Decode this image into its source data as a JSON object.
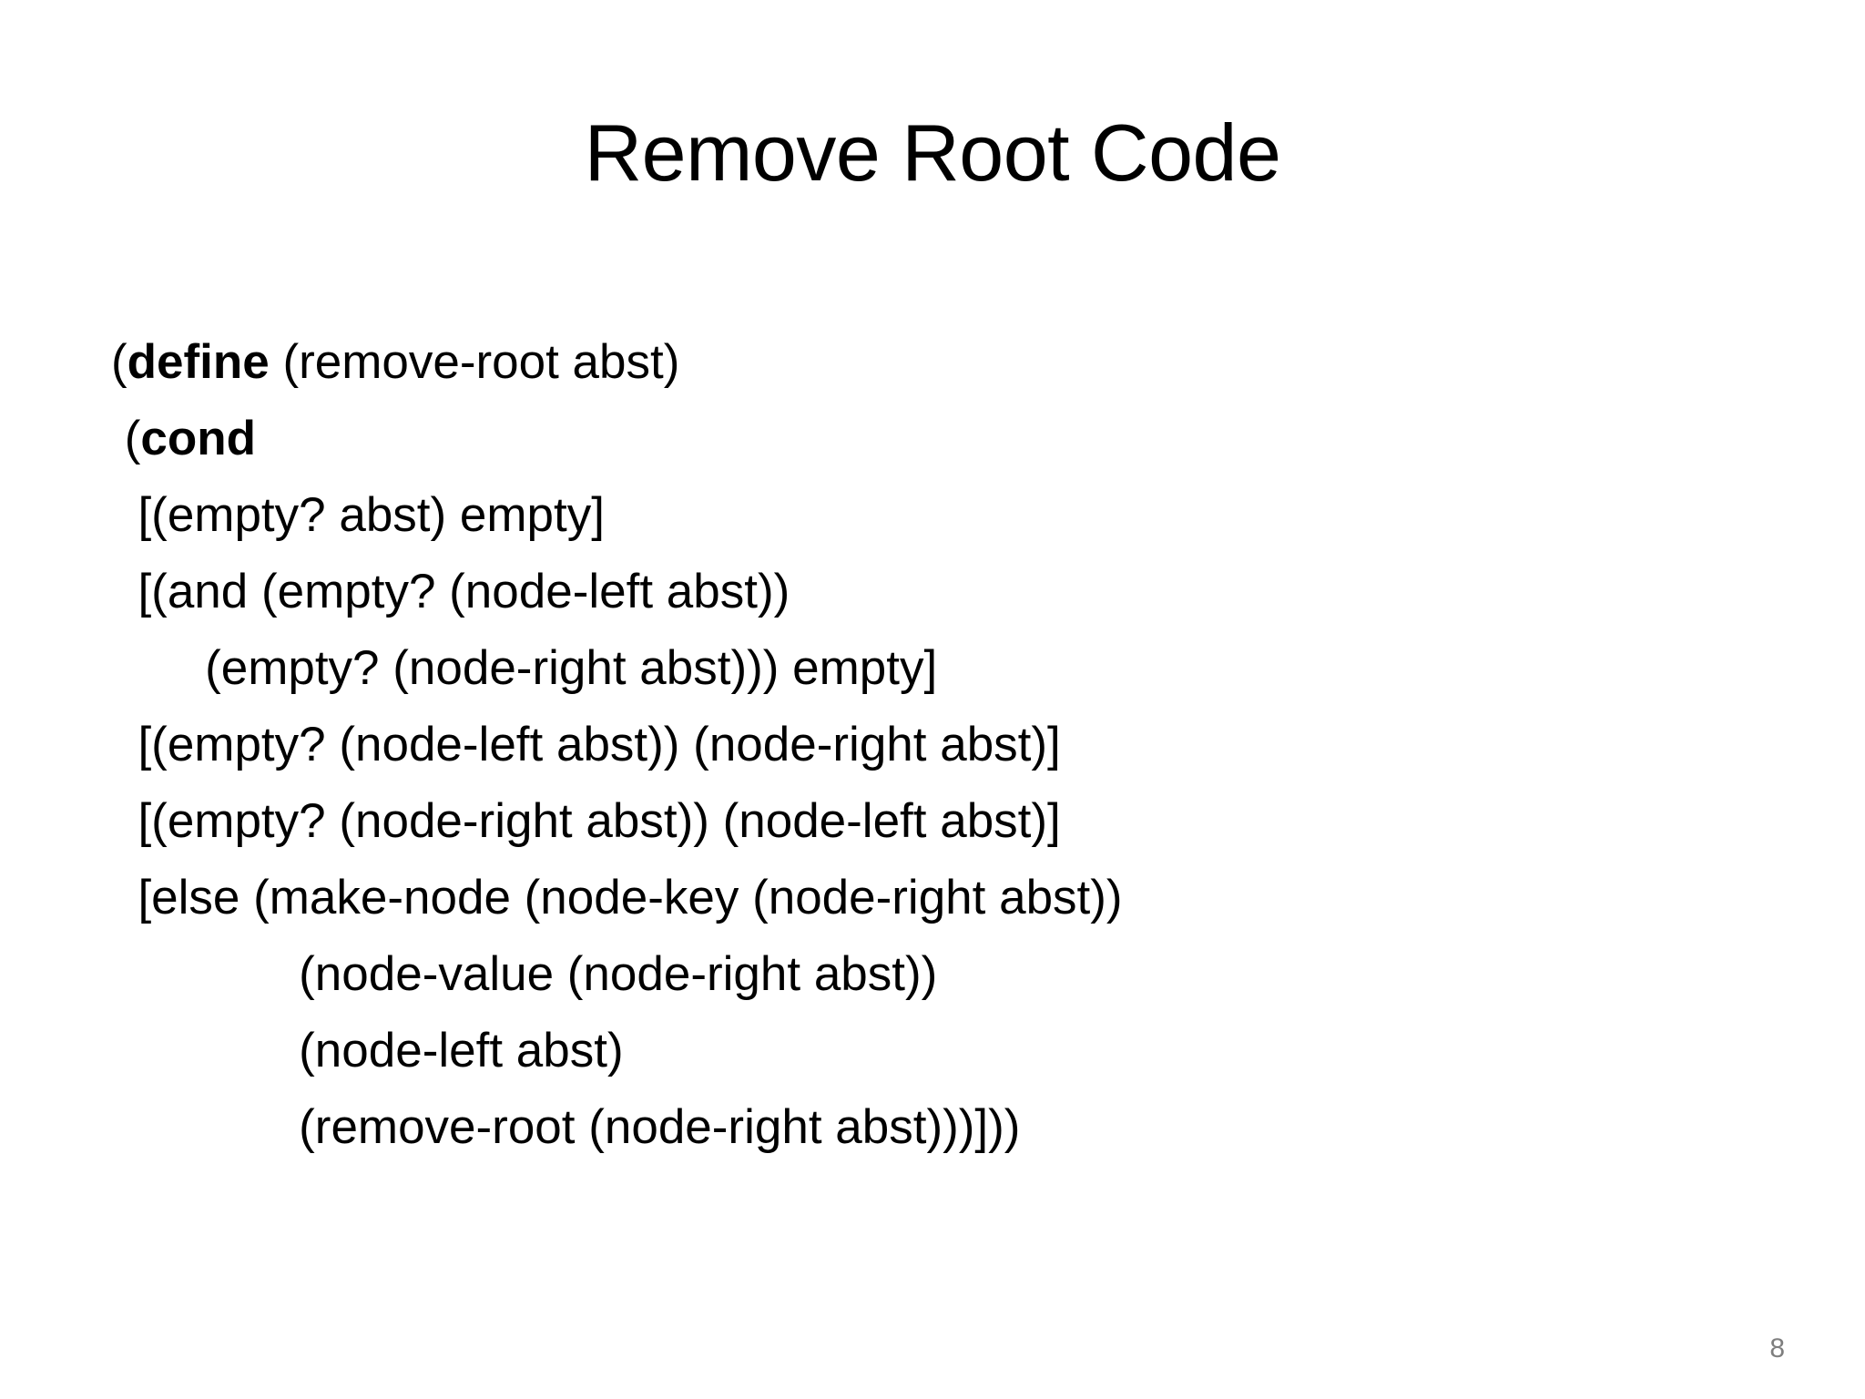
{
  "slide": {
    "title": "Remove Root Code",
    "page_number": "8",
    "background_color": "#ffffff",
    "text_color": "#000000",
    "page_number_color": "#7f7f7f"
  },
  "code": {
    "language": "scheme",
    "lines": [
      {
        "indent": "",
        "prefix": "(",
        "keyword": "define",
        "rest": " (remove-root abst)"
      },
      {
        "indent": " ",
        "prefix": "(",
        "keyword": "cond",
        "rest": ""
      },
      {
        "indent": "  ",
        "prefix": "",
        "keyword": "",
        "rest": "[(empty? abst) empty]"
      },
      {
        "indent": "  ",
        "prefix": "",
        "keyword": "",
        "rest": "[(and (empty? (node-left abst))"
      },
      {
        "indent": "       ",
        "prefix": "",
        "keyword": "",
        "rest": "(empty? (node-right abst))) empty]"
      },
      {
        "indent": "  ",
        "prefix": "",
        "keyword": "",
        "rest": "[(empty? (node-left abst)) (node-right abst)]"
      },
      {
        "indent": "  ",
        "prefix": "",
        "keyword": "",
        "rest": "[(empty? (node-right abst)) (node-left abst)]"
      },
      {
        "indent": "  ",
        "prefix": "",
        "keyword": "",
        "rest": "[else (make-node (node-key (node-right abst))"
      },
      {
        "indent": "              ",
        "prefix": "",
        "keyword": "",
        "rest": "(node-value (node-right abst))"
      },
      {
        "indent": "              ",
        "prefix": "",
        "keyword": "",
        "rest": "(node-left abst)"
      },
      {
        "indent": "              ",
        "prefix": "",
        "keyword": "",
        "rest": "(remove-root (node-right abst)))]))"
      }
    ]
  }
}
